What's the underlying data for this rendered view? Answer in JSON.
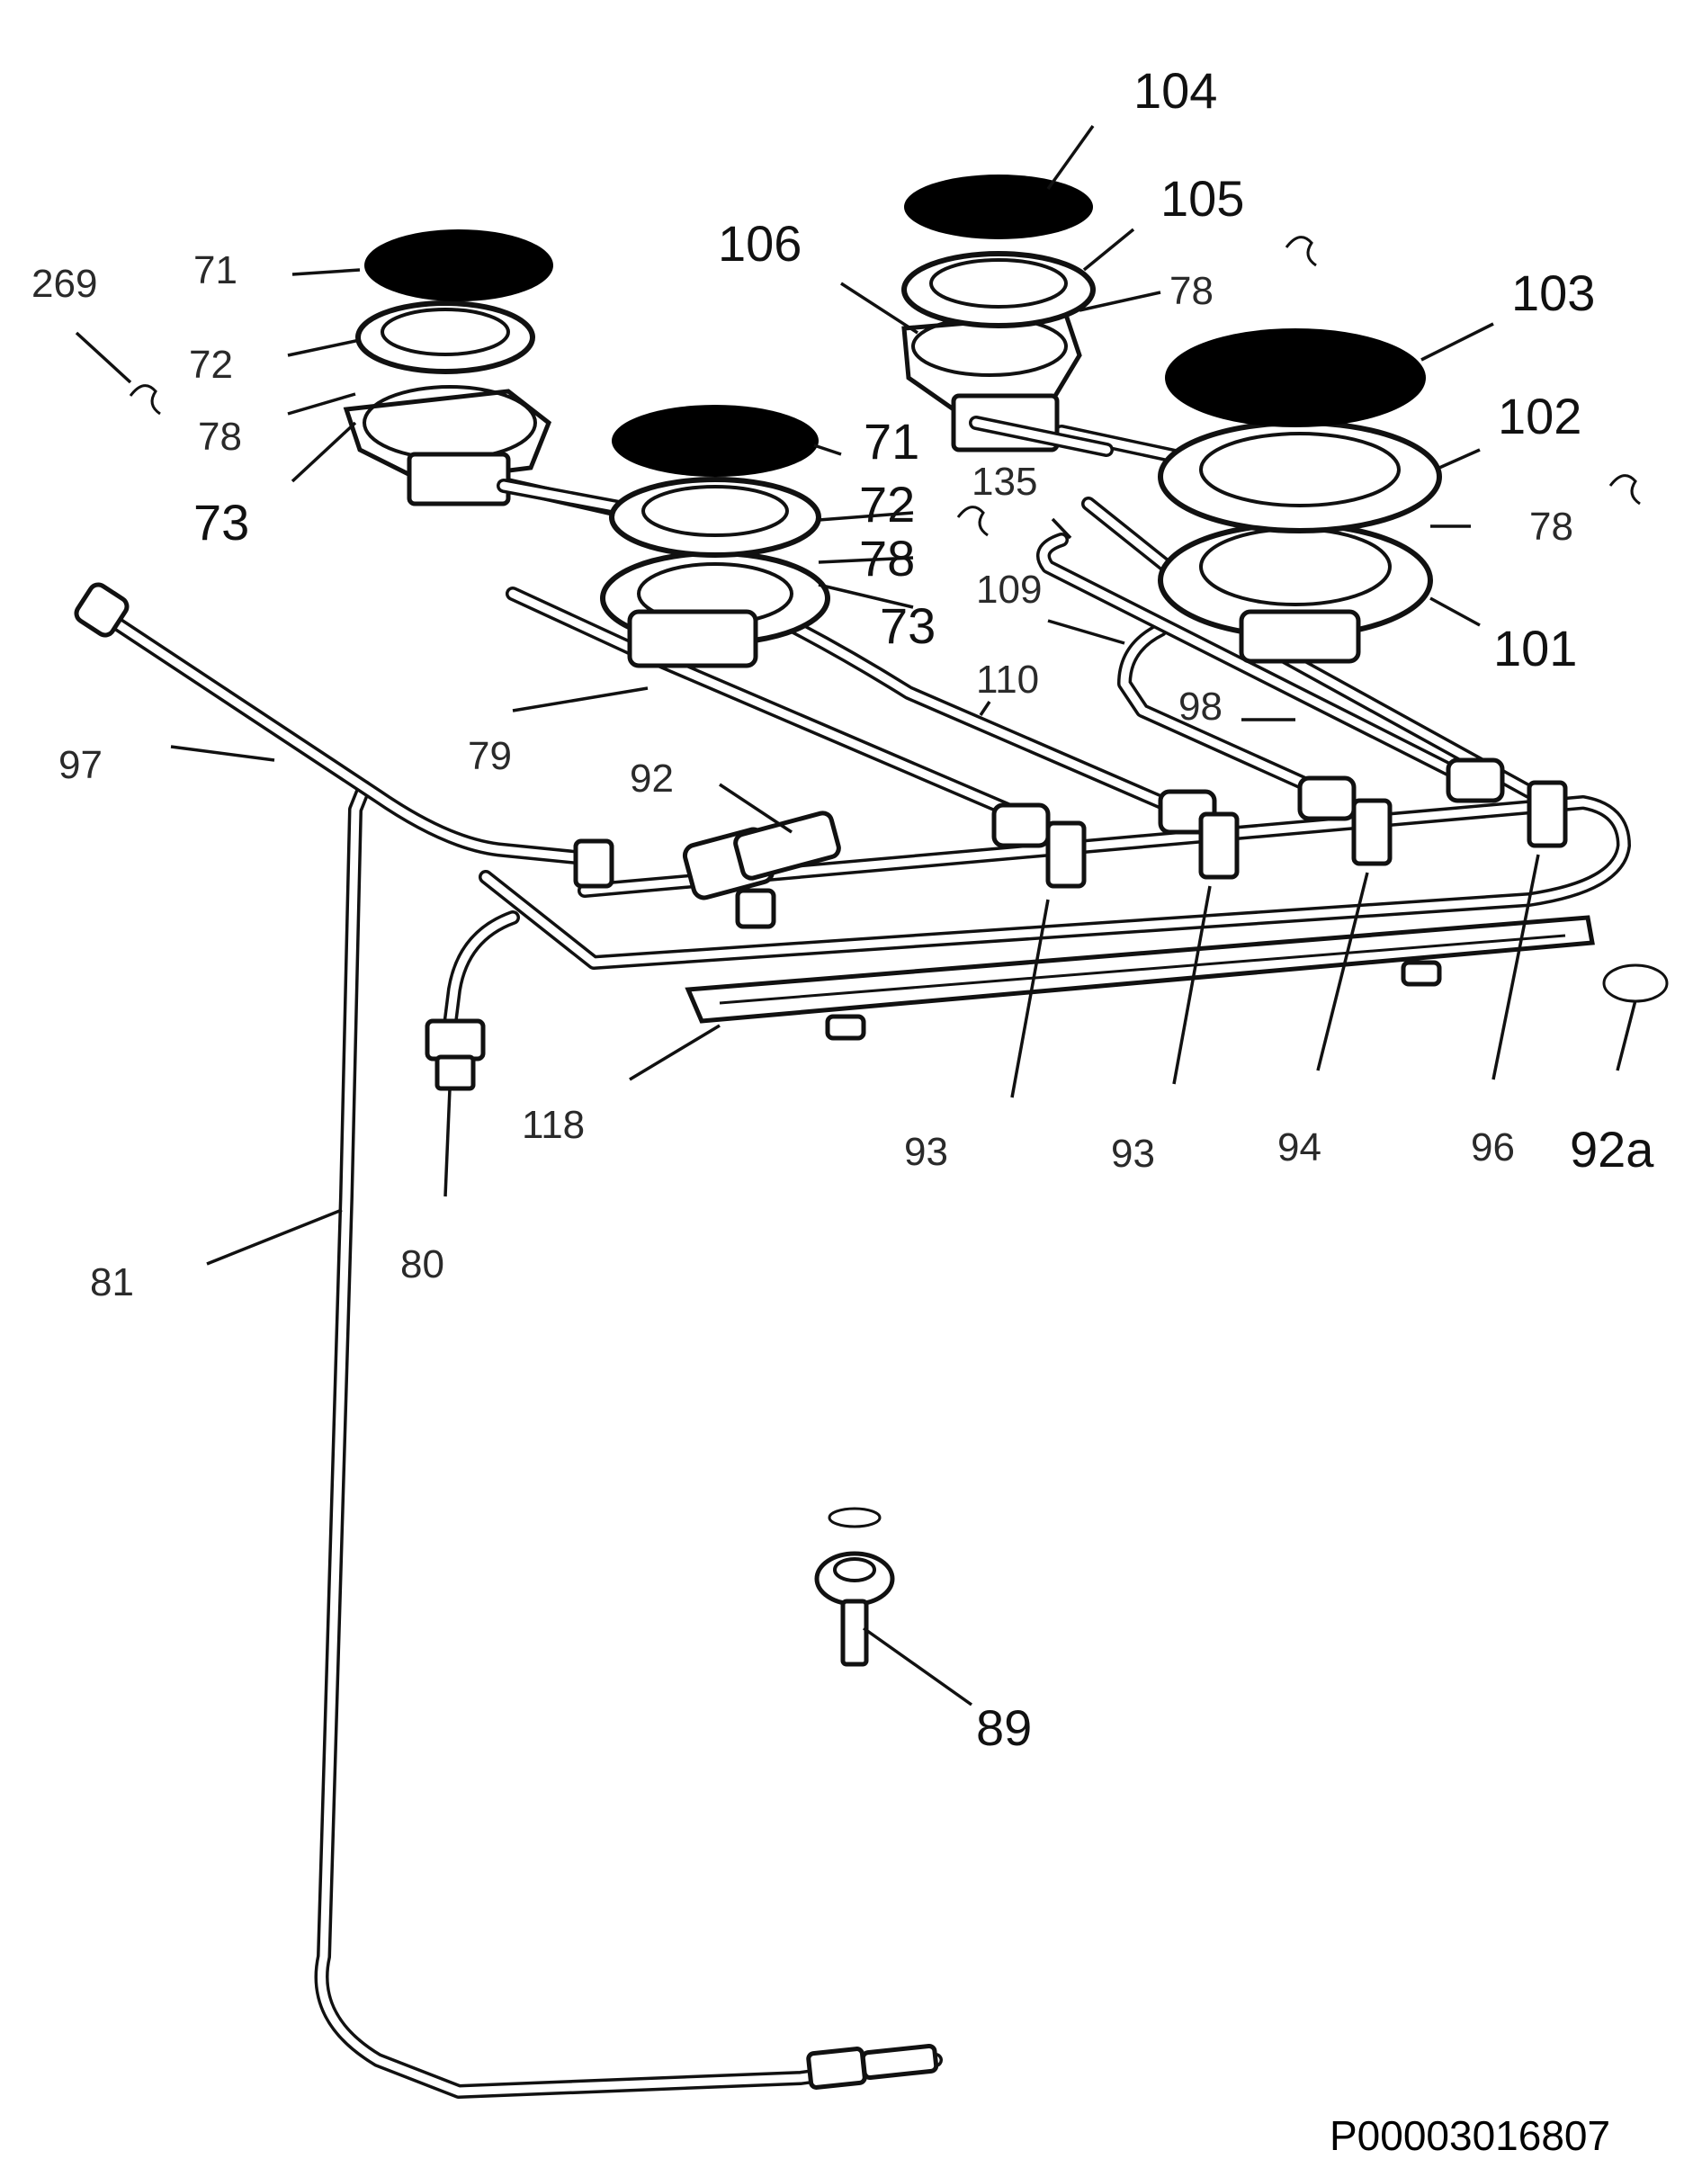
{
  "diagram": {
    "labels": {
      "l269": "269",
      "l71a": "71",
      "l72a": "72",
      "l78a": "78",
      "l73a": "73",
      "l104": "104",
      "l105": "105",
      "l106": "106",
      "l78b": "78",
      "l103": "103",
      "l71b": "71",
      "l72b": "72",
      "l78c": "78",
      "l73b": "73",
      "l102": "102",
      "l135": "135",
      "l78d": "78",
      "l109": "109",
      "l101": "101",
      "l110": "110",
      "l98": "98",
      "l97": "97",
      "l79": "79",
      "l92": "92",
      "l118": "118",
      "l93a": "93",
      "l93b": "93",
      "l94": "94",
      "l96": "96",
      "l92a": "92a",
      "l81": "81",
      "l80": "80",
      "l89": "89"
    },
    "drawing_code": "P00003016807"
  }
}
